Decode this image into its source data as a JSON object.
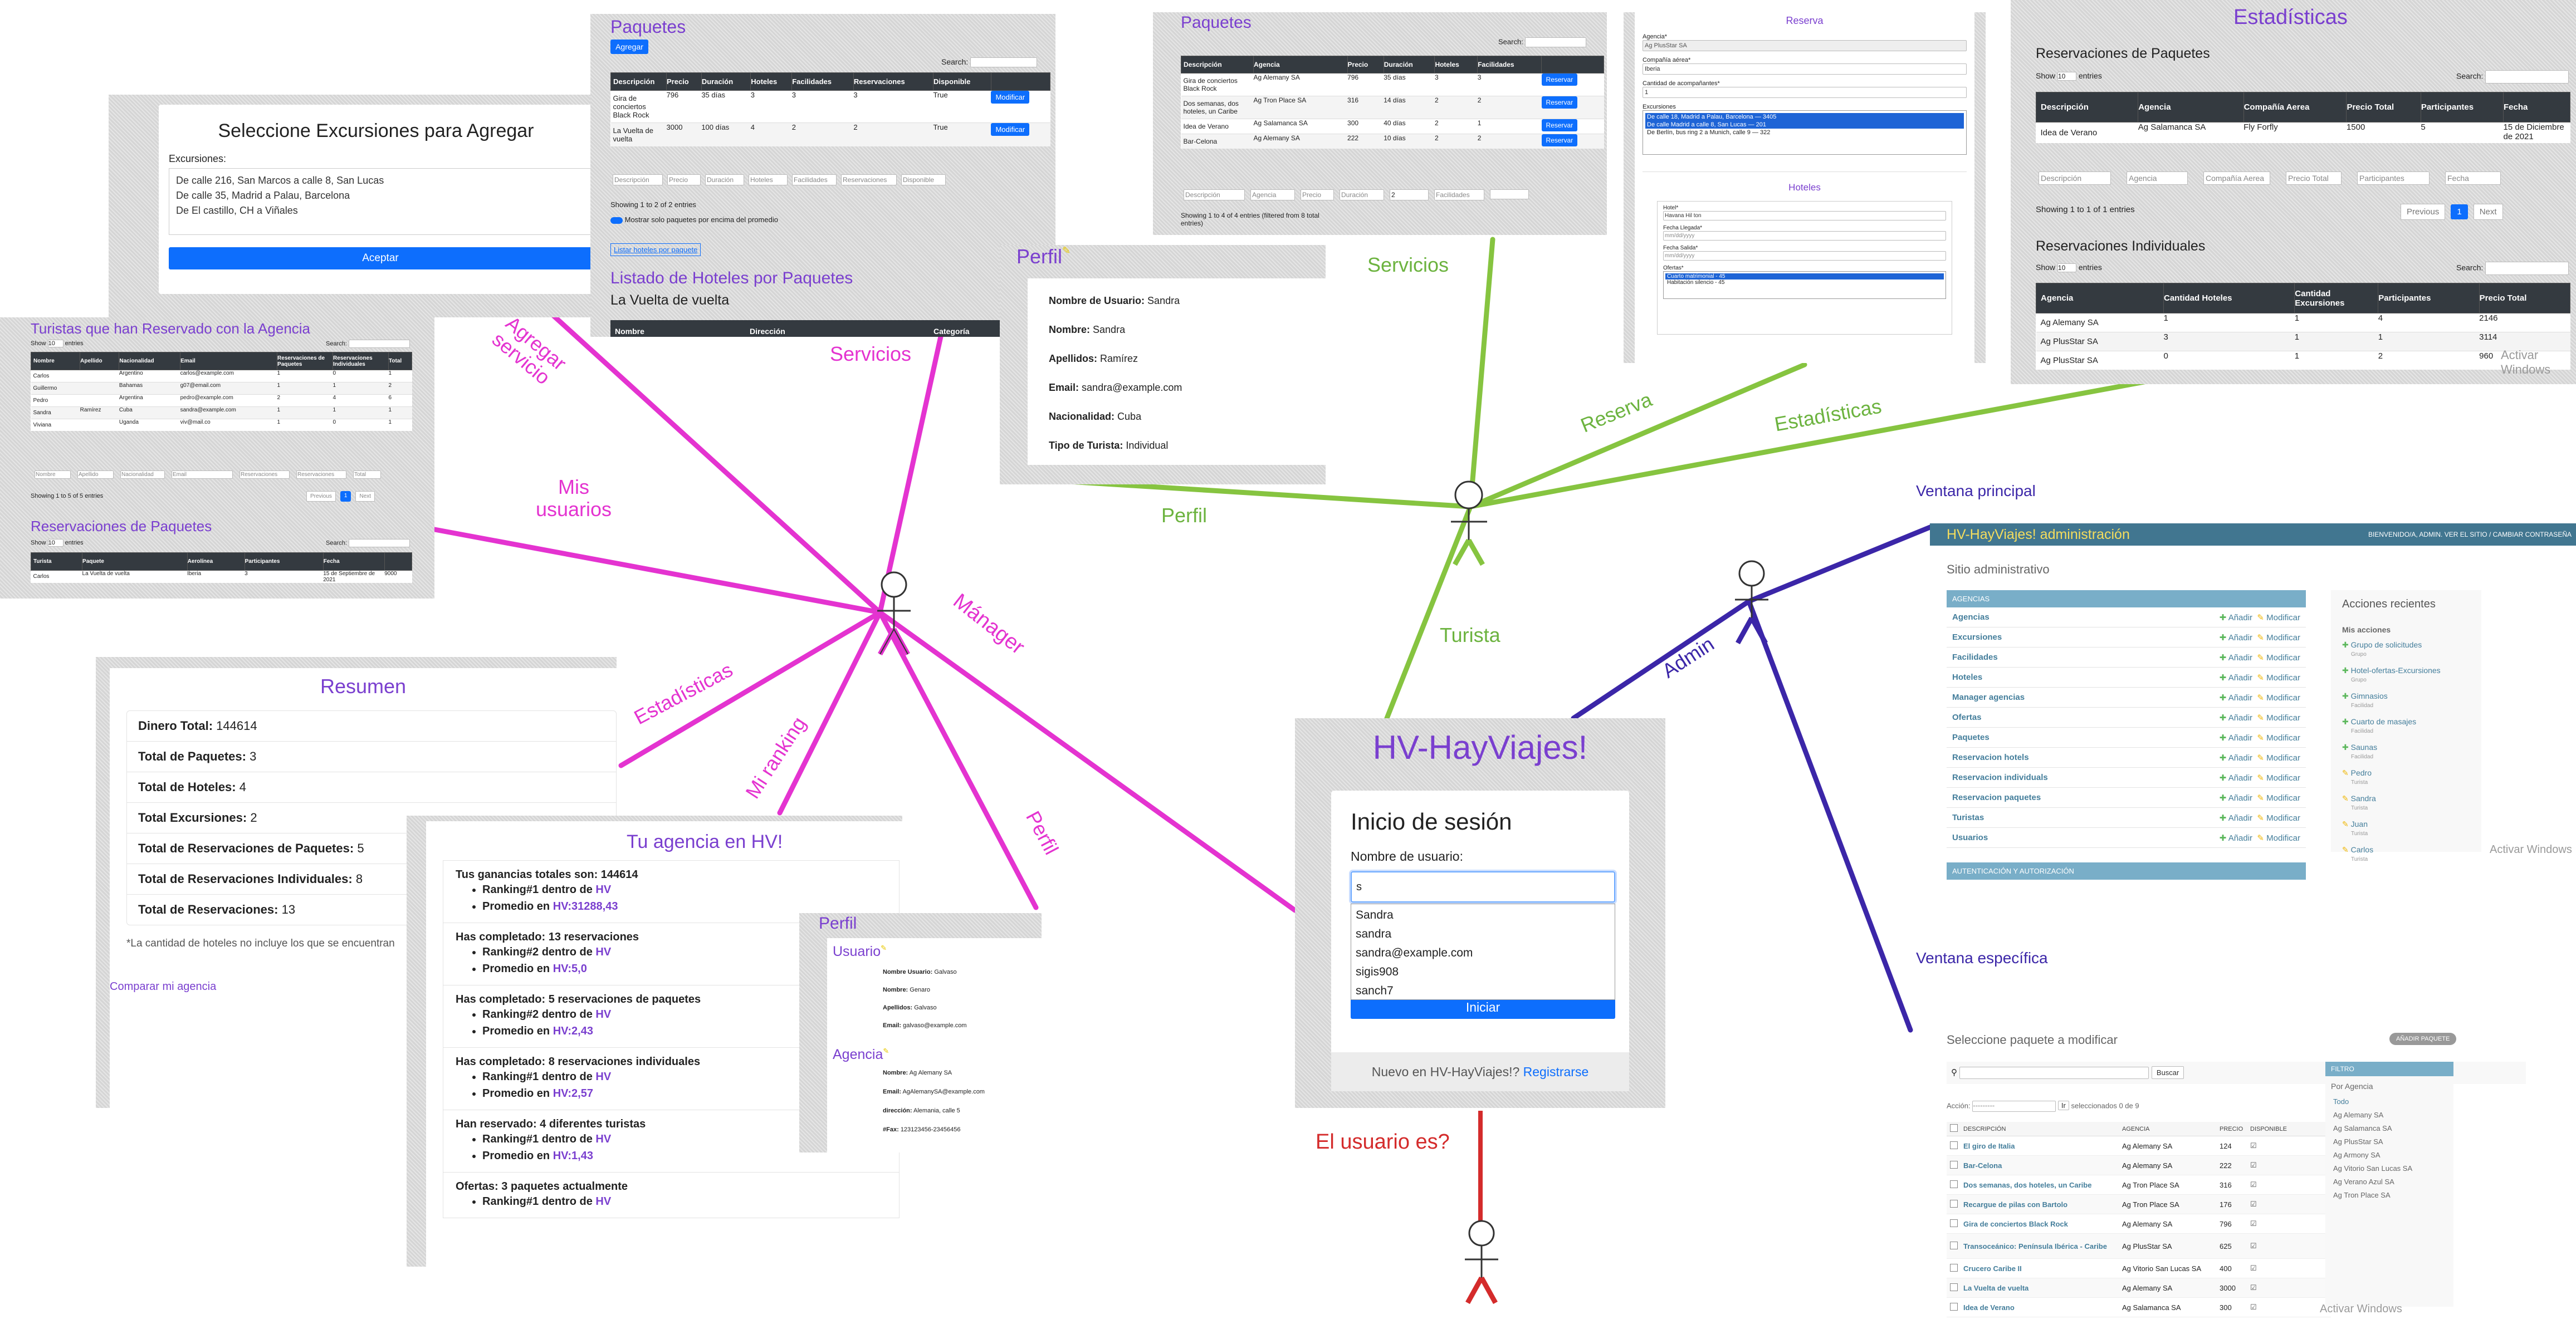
{
  "colors": {
    "manager": "#e433d0",
    "turista": "#86c440",
    "admin": "#3b26a8",
    "guest": "#d42b2b",
    "accent": "#7a3fcf"
  },
  "roles": {
    "manager": "Mánager",
    "turista": "Turista",
    "admin": "Admin",
    "guest": "El usuario es?"
  },
  "edges": {
    "agregar": "Agregar servicio",
    "mis_usuarios": "Mis usuarios",
    "estadisticas_m": "Estadísticas",
    "mi_ranking": "Mi ranking",
    "perfil_m": "Perfil",
    "servicios_m": "Servicios",
    "servicios_t": "Servicios",
    "perfil_t": "Perfil",
    "reserva_t": "Reserva",
    "estadisticas_t": "Estadísticas",
    "ventana_principal": "Ventana principal",
    "ventana_especifica": "Ventana específica"
  },
  "login": {
    "title": "HV-HayViajes!",
    "heading": "Inicio de sesión",
    "user_label": "Nombre de usuario:",
    "value": "s",
    "suggestions": [
      "Sandra",
      "sandra",
      "sandra@example.com",
      "sigis908",
      "sanch7"
    ],
    "button": "Iniciar",
    "footer": "Nuevo en HV-HayViajes!?",
    "register": "Registrarse"
  },
  "excursiones": {
    "title": "Seleccione Excursiones para Agregar",
    "label": "Excursiones:",
    "items": [
      "De calle 216, San Marcos a calle 8, San Lucas",
      "De calle 35, Madrid a Palau, Barcelona",
      "De El castillo, CH a Viñales"
    ],
    "button": "Aceptar"
  },
  "paquetes_m": {
    "title": "Paquetes",
    "add": "Agregar",
    "search": "Search:",
    "headers": [
      "Descripción",
      "Precio",
      "Duración",
      "Hoteles",
      "Facilidades",
      "Reservaciones",
      "Disponible",
      ""
    ],
    "rows": [
      [
        "Gira de conciertos Black Rock",
        "796",
        "35 días",
        "3",
        "3",
        "3",
        "True",
        "Modificar"
      ],
      [
        "La Vuelta de vuelta",
        "3000",
        "100 días",
        "4",
        "2",
        "2",
        "True",
        "Modificar"
      ]
    ],
    "filters": [
      "Descripción",
      "Precio",
      "Duración",
      "Hoteles",
      "Facilidades",
      "Reservaciones",
      "Disponible"
    ],
    "info": "Showing 1 to 2 of 2 entries",
    "check": "Mostrar solo paquetes por encima del promedio",
    "link": "Listar hoteles por paquete",
    "hoteles_title": "Listado de Hoteles por Paquetes",
    "hoteles_sub": "La Vuelta de vuelta",
    "hoteles_headers": [
      "Nombre",
      "Dirección",
      "Categoría"
    ]
  },
  "paquetes_t": {
    "title": "Paquetes",
    "search": "Search:",
    "headers": [
      "Descripción",
      "Agencia",
      "Precio",
      "Duración",
      "Hoteles",
      "Facilidades",
      ""
    ],
    "rows": [
      [
        "Gira de conciertos Black Rock",
        "Ag Alemany SA",
        "796",
        "35 días",
        "3",
        "3",
        "Reservar"
      ],
      [
        "Dos semanas, dos hoteles, un Caribe",
        "Ag Tron Place SA",
        "316",
        "14 días",
        "2",
        "2",
        "Reservar"
      ],
      [
        "Idea de Verano",
        "Ag Salamanca SA",
        "300",
        "40 días",
        "2",
        "1",
        "Reservar"
      ],
      [
        "Bar-Celona",
        "Ag Alemany SA",
        "222",
        "10 días",
        "2",
        "2",
        "Reservar"
      ]
    ],
    "filters": [
      "Descripción",
      "Agencia",
      "Precio",
      "Duración",
      "2",
      "Facilidades",
      ""
    ],
    "info": "Showing 1 to 4 of 4 entries (filtered from 8 total entries)"
  },
  "reserva": {
    "title": "Reserva",
    "fields": [
      {
        "label": "Agencia*",
        "value": "Ag PlusStar SA"
      },
      {
        "label": "Compañía aérea*",
        "value": "Iberia"
      },
      {
        "label": "Cantidad de acompañantes*",
        "value": "1"
      }
    ],
    "exc_label": "Excursiones",
    "exc_items": [
      "De calle 18, Madrid a Palau, Barcelona — 3405",
      "De calle Madrid a calle 8, San Lucas — 201",
      "De Berlín, bus ring 2 a Munich, calle 9 — 322"
    ],
    "hoteles_title": "Hoteles",
    "hotel_fields": [
      {
        "label": "Hotel*",
        "value": "Havana Hil ton"
      },
      {
        "label": "Fecha Llegada*",
        "value": "mm/dd/yyyy"
      },
      {
        "label": "Fecha Salida*",
        "value": "mm/dd/yyyy"
      }
    ],
    "ofertas_label": "Ofertas*",
    "ofertas": [
      "Cuarto matrimonial - 45",
      "Habitación silencio - 45"
    ]
  },
  "estad_t": {
    "title": "Estadísticas",
    "sub1": "Reservaciones de Paquetes",
    "show": "Show",
    "entries": "entries",
    "search": "Search:",
    "h1": [
      "Descripción",
      "Agencia",
      "Compañía Aerea",
      "Precio Total",
      "Participantes",
      "Fecha"
    ],
    "r1": [
      [
        "Idea de Verano",
        "Ag Salamanca SA",
        "Fly Forfly",
        "1500",
        "5",
        "15 de Diciembre de 2021"
      ]
    ],
    "f1": [
      "Descripción",
      "Agencia",
      "Compañía Aerea",
      "Precio Total",
      "Participantes",
      "Fecha"
    ],
    "info": "Showing 1 to 1 of 1 entries",
    "prev": "Previous",
    "page": "1",
    "next": "Next",
    "sub2": "Reservaciones Individuales",
    "h2": [
      "Agencia",
      "Cantidad Hoteles",
      "Cantidad Excursiones",
      "Participantes",
      "Precio Total"
    ],
    "r2": [
      [
        "Ag Alemany SA",
        "1",
        "1",
        "4",
        "2146"
      ],
      [
        "Ag PlusStar SA",
        "3",
        "1",
        "1",
        "3114"
      ],
      [
        "Ag PlusStar SA",
        "0",
        "1",
        "2",
        "960"
      ]
    ],
    "watermark": "Activar Windows"
  },
  "perfil_t": {
    "title": "Perfil",
    "rows": [
      [
        "Nombre de Usuario:",
        "Sandra"
      ],
      [
        "Nombre:",
        "Sandra"
      ],
      [
        "Apellidos:",
        "Ramírez"
      ],
      [
        "Email:",
        "sandra@example.com"
      ],
      [
        "Nacionalidad:",
        "Cuba"
      ],
      [
        "Tipo de Turista:",
        "Individual"
      ]
    ]
  },
  "turistas": {
    "title": "Turistas que han Reservado con la Agencia",
    "show": "Show",
    "entries": "entries",
    "search": "Search:",
    "headers": [
      "Nombre",
      "Apellido",
      "Nacionalidad",
      "Email",
      "Reservaciones de Paquetes",
      "Reservaciones Individuales",
      "Total"
    ],
    "rows": [
      [
        "Carlos",
        "",
        "Argentino",
        "carlos@example.com",
        "1",
        "0",
        "1"
      ],
      [
        "Guillermo",
        "",
        "Bahamas",
        "g07@email.com",
        "1",
        "1",
        "2"
      ],
      [
        "Pedro",
        "",
        "Argentina",
        "pedro@example.com",
        "2",
        "4",
        "6"
      ],
      [
        "Sandra",
        "Ramírez",
        "Cuba",
        "sandra@example.com",
        "1",
        "1",
        "1"
      ],
      [
        "Viviana",
        "",
        "Uganda",
        "viv@mail.co",
        "1",
        "0",
        "1"
      ]
    ],
    "filters": [
      "Nombre",
      "Apellido",
      "Nacionalidad",
      "Email",
      "Reservaciones",
      "Reservaciones",
      "Total"
    ],
    "info": "Showing 1 to 5 of 5 entries",
    "prev": "Previous",
    "page": "1",
    "next": "Next",
    "sub": "Reservaciones de Paquetes",
    "h2": [
      "Turista",
      "Paquete",
      "Aerolínea",
      "Participantes",
      "Fecha",
      ""
    ],
    "r2": [
      [
        "Carlos",
        "La Vuelta de vuelta",
        "Iberia",
        "3",
        "15 de Septiembre de 2021",
        "9000"
      ]
    ]
  },
  "resumen": {
    "title": "Resumen",
    "items": [
      [
        "Dinero Total:",
        "144614"
      ],
      [
        "Total de Paquetes:",
        "3"
      ],
      [
        "Total de Hoteles:",
        "4"
      ],
      [
        "Total Excursiones:",
        "2"
      ],
      [
        "Total de Reservaciones de Paquetes:",
        "5"
      ],
      [
        "Total de Reservaciones Individuales:",
        "8"
      ],
      [
        "Total de Reservaciones:",
        "13"
      ]
    ],
    "note": "*La cantidad de hoteles no incluye los que se encuentran",
    "compare": "Comparar mi agencia"
  },
  "ranking": {
    "title": "Tu agencia en HV!",
    "blocks": [
      {
        "head": "Tus ganancias totales son: 144614",
        "lines": [
          [
            "Ranking#1 dentro de ",
            "HV"
          ],
          [
            "Promedio en ",
            "HV:31288,43"
          ]
        ]
      },
      {
        "head": "Has completado: 13 reservaciones",
        "lines": [
          [
            "Ranking#2 dentro de ",
            "HV"
          ],
          [
            "Promedio en ",
            "HV:5,0"
          ]
        ]
      },
      {
        "head": "Has completado: 5 reservaciones de paquetes",
        "lines": [
          [
            "Ranking#2 dentro de ",
            "HV"
          ],
          [
            "Promedio en ",
            "HV:2,43"
          ]
        ]
      },
      {
        "head": "Has completado: 8 reservaciones individuales",
        "lines": [
          [
            "Ranking#1 dentro de ",
            "HV"
          ],
          [
            "Promedio en ",
            "HV:2,57"
          ]
        ]
      },
      {
        "head": "Han reservado: 4 diferentes turistas",
        "lines": [
          [
            "Ranking#1 dentro de ",
            "HV"
          ],
          [
            "Promedio en ",
            "HV:1,43"
          ]
        ]
      },
      {
        "head": "Ofertas: 3 paquetes actualmente",
        "lines": [
          [
            "Ranking#1 dentro de ",
            "HV"
          ]
        ]
      }
    ]
  },
  "perfil_m": {
    "title": "Perfil",
    "usuario": "Usuario",
    "usuario_rows": [
      [
        "Nombre Usuario:",
        "Galvaso"
      ],
      [
        "Nombre:",
        "Genaro"
      ],
      [
        "Apellidos:",
        "Galvaso"
      ],
      [
        "Email:",
        "galvaso@example.com"
      ]
    ],
    "agencia": "Agencia",
    "agencia_rows": [
      [
        "Nombre:",
        "Ag Alemany SA"
      ],
      [
        "Email:",
        "AgAlemanySA@example.com"
      ],
      [
        "dirección:",
        "Alemania, calle 5"
      ],
      [
        "#Fax:",
        "123123456-23456456"
      ]
    ]
  },
  "admin": {
    "brand": "HV-HayViajes! administración",
    "top": "BIENVENIDO/A, ADMIN. VER EL SITIO / CAMBIAR CONTRASEÑA",
    "site": "Sitio administrativo",
    "section": "AGENCIAS",
    "add": "Añadir",
    "mod": "Modificar",
    "models": [
      "Agencias",
      "Excursiones",
      "Facilidades",
      "Hoteles",
      "Manager agencias",
      "Ofertas",
      "Paquetes",
      "Reservacion hotels",
      "Reservacion individuals",
      "Reservacion paquetes",
      "Turistas",
      "Usuarios"
    ],
    "auth": "AUTENTICACIÓN Y AUTORIZACIÓN",
    "recent": "Acciones recientes",
    "mine": "Mis acciones",
    "actions": [
      [
        "Grupo de solicitudes",
        "Grupo"
      ],
      [
        "Hotel-ofertas-Excursiones",
        "Grupo"
      ],
      [
        "Gimnasios",
        "Facilidad"
      ],
      [
        "Cuarto de masajes",
        "Facilidad"
      ],
      [
        "Saunas",
        "Facilidad"
      ],
      [
        "Pedro",
        "Turista"
      ],
      [
        "Sandra",
        "Turista"
      ],
      [
        "Juan",
        "Turista"
      ],
      [
        "Carlos",
        "Turista"
      ]
    ],
    "watermark": "Activar Windows"
  },
  "admin_list": {
    "title": "Seleccione paquete a modificar",
    "add": "AÑADIR PAQUETE",
    "search": "Buscar",
    "accion": "Acción:",
    "selected": "seleccionados 0 de 9",
    "headers": [
      "DESCRIPCIÓN",
      "AGENCIA",
      "PRECIO",
      "DISPONIBLE"
    ],
    "rows": [
      [
        "El giro de Italia",
        "Ag Alemany SA",
        "124"
      ],
      [
        "Bar-Celona",
        "Ag Alemany SA",
        "222"
      ],
      [
        "Dos semanas, dos hoteles, un Caribe",
        "Ag Tron Place SA",
        "316"
      ],
      [
        "Recargue de pilas con Bartolo",
        "Ag Tron Place SA",
        "176"
      ],
      [
        "Gira de conciertos Black Rock",
        "Ag Alemany SA",
        "796"
      ],
      [
        "Transoceánico: Península Ibérica - Caribe",
        "Ag PlusStar SA",
        "625"
      ],
      [
        "Crucero Caribe II",
        "Ag Vitorio San Lucas SA",
        "400"
      ],
      [
        "La Vuelta de vuelta",
        "Ag Alemany SA",
        "3000"
      ],
      [
        "Idea de Verano",
        "Ag Salamanca SA",
        "300"
      ]
    ],
    "filter": "FILTRO",
    "by": "Por Agencia",
    "agencies": [
      "Todo",
      "Ag Alemany SA",
      "Ag Salamanca SA",
      "Ag PlusStar SA",
      "Ag Armony SA",
      "Ag Vitorio San Lucas SA",
      "Ag Verano Azul SA",
      "Ag Tron Place SA"
    ],
    "watermark": "Activar Windows"
  }
}
